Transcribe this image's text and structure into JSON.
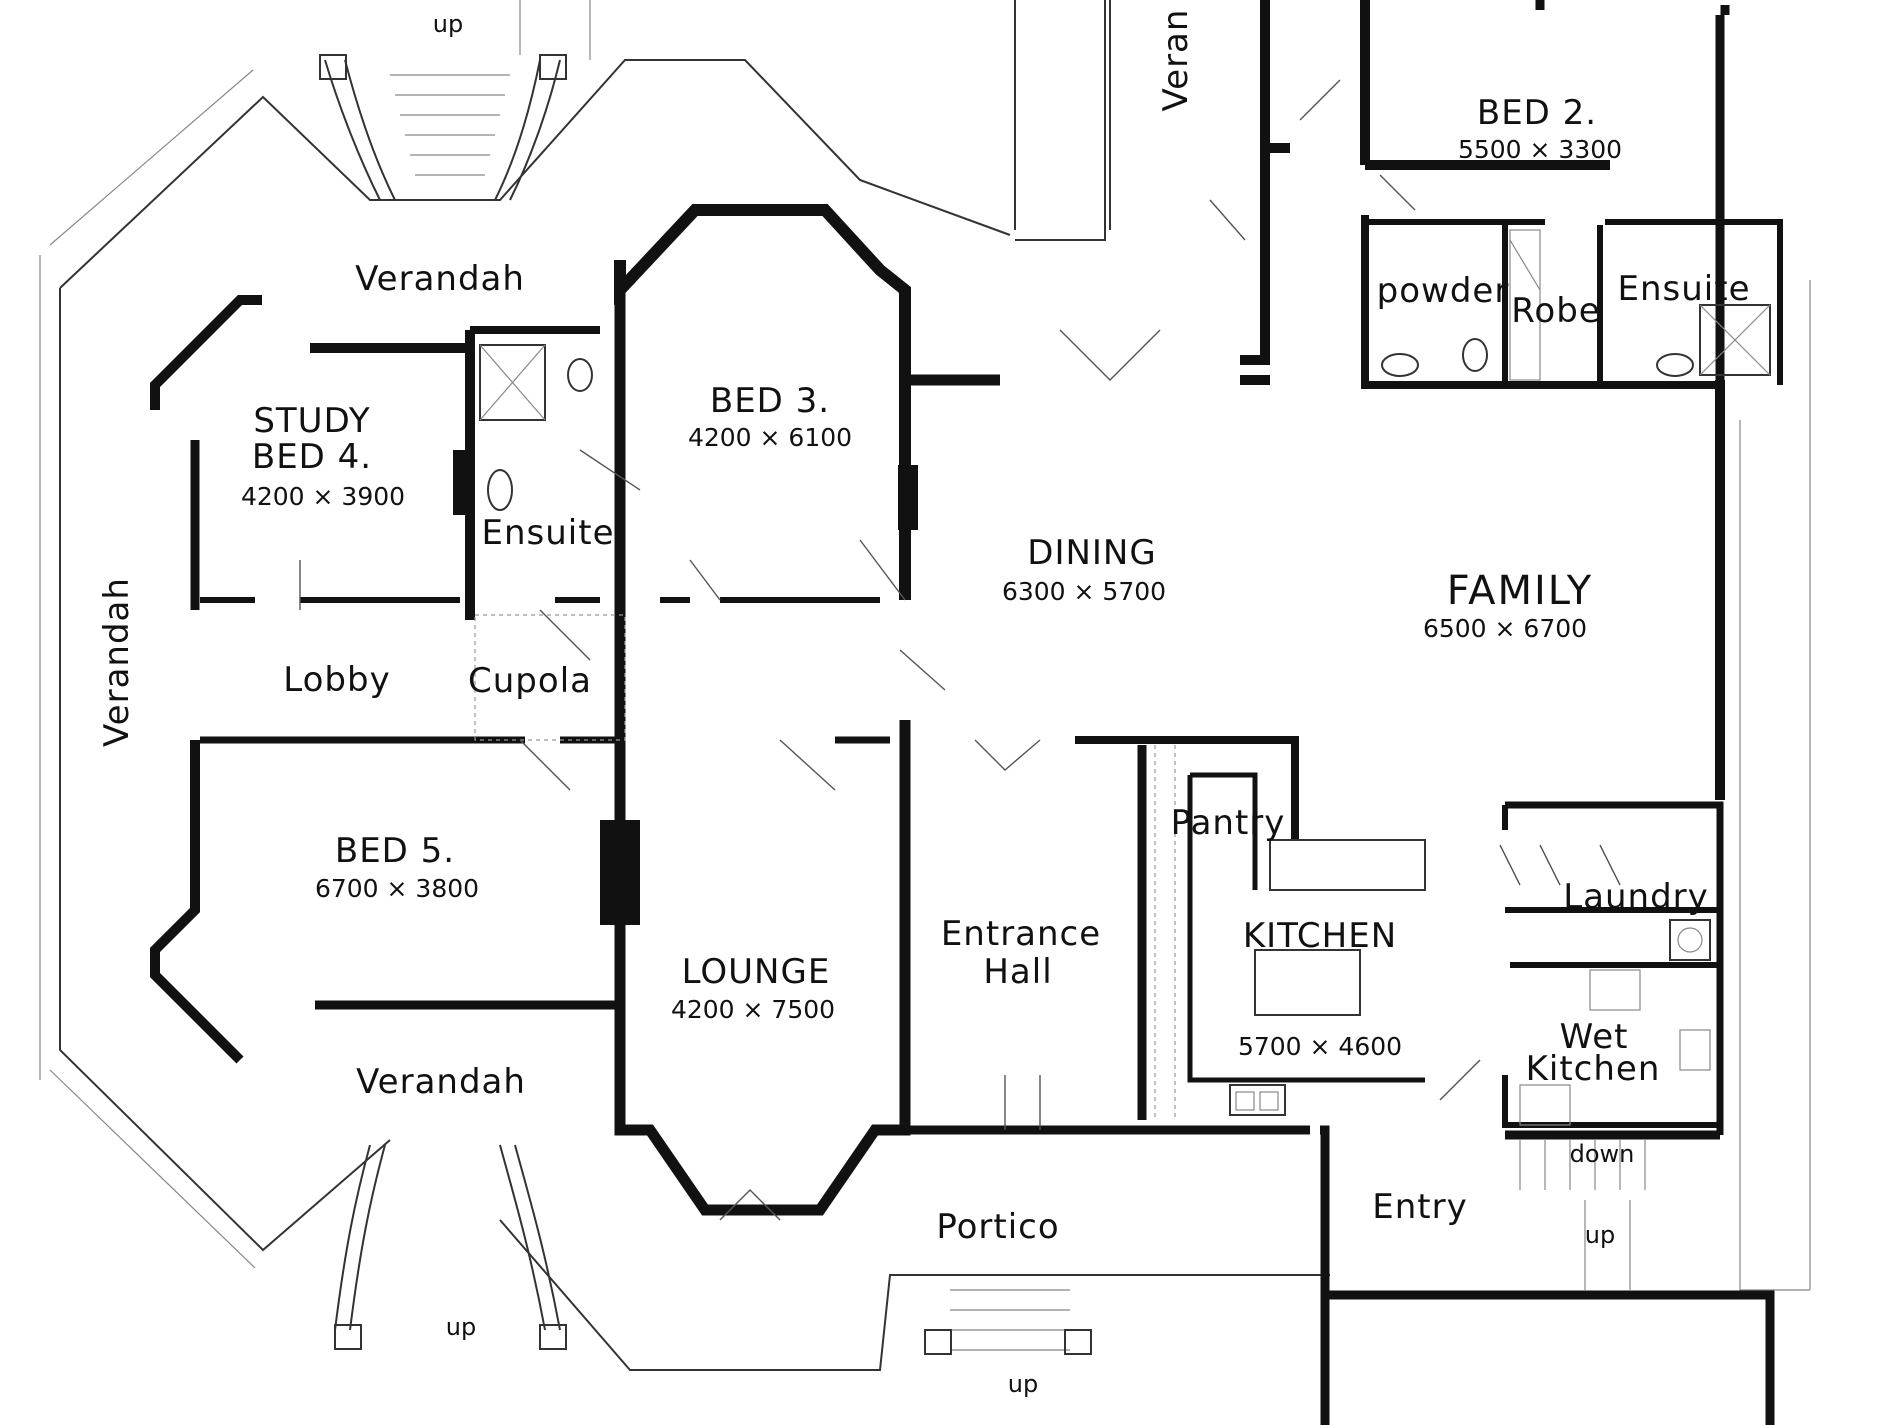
{
  "rooms": {
    "bed2": {
      "name": "BED 2.",
      "dim": "5500 × 3300"
    },
    "bed3": {
      "name": "BED 3.",
      "dim": "4200 × 6100"
    },
    "study": {
      "name1": "STUDY",
      "name2": "BED 4.",
      "dim": "4200 × 3900"
    },
    "dining": {
      "name": "DINING",
      "dim": "6300 × 5700"
    },
    "family": {
      "name": "FAMILY",
      "dim": "6500 × 6700"
    },
    "bed5": {
      "name": "BED 5.",
      "dim": "6700 × 3800"
    },
    "lounge": {
      "name": "LOUNGE",
      "dim": "4200 × 7500"
    },
    "kitchen": {
      "name": "KITCHEN",
      "dim": "5700 × 4600"
    },
    "entrance": {
      "name1": "Entrance",
      "name2": "Hall"
    },
    "ensuite_left": "Ensuite",
    "ensuite_right": "Ensuite",
    "powder": "powder",
    "robe": "Robe",
    "lobby": "Lobby",
    "cupola": "Cupola",
    "pantry": "Pantry",
    "laundry": "Laundry",
    "wet_kitchen": {
      "name1": "Wet",
      "name2": "Kitchen"
    },
    "entry": "Entry",
    "portico": "Portico"
  },
  "verandahs": {
    "top": "Verandah",
    "left": "Verandah",
    "bottom": "Verandah",
    "top_right_partial": "Veran"
  },
  "stairs": {
    "up_top": "up",
    "up_bottom_left": "up",
    "up_bottom_center": "up",
    "up_right": "up",
    "down_right": "down"
  }
}
